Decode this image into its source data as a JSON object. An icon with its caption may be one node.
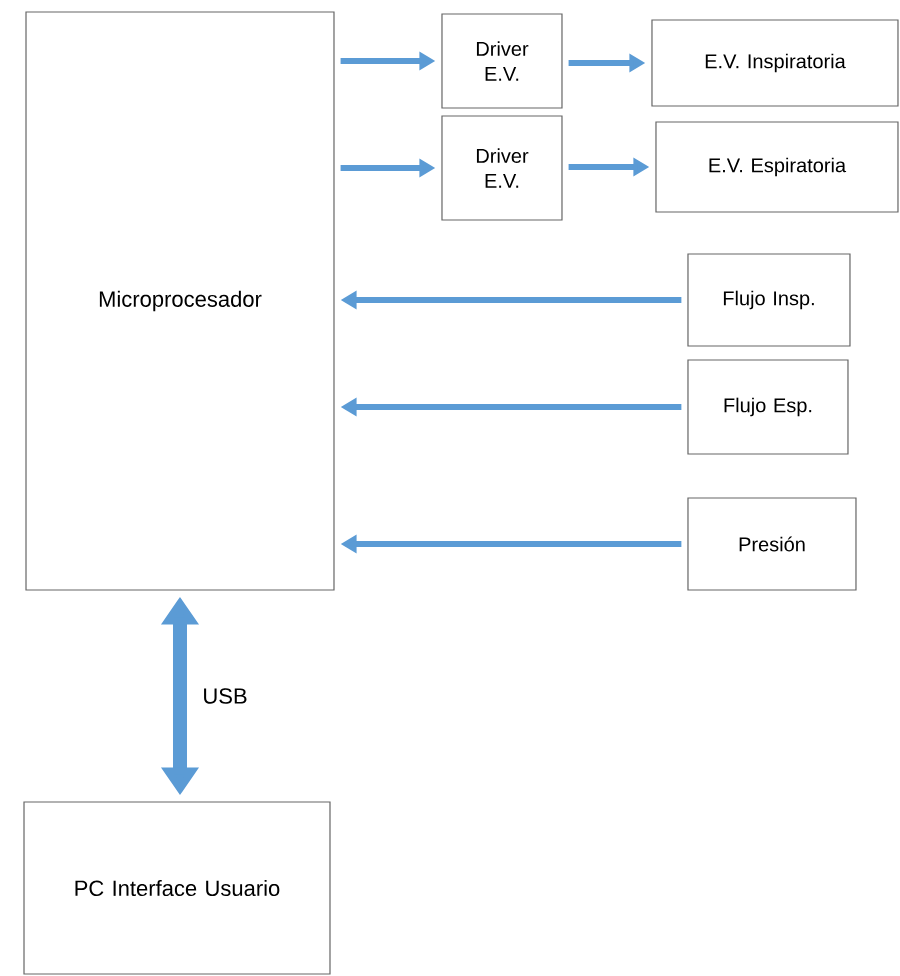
{
  "diagram": {
    "nodes": [
      {
        "text": [
          "Microprocesador"
        ]
      },
      {
        "text": [
          "Driver E.V."
        ]
      },
      {
        "text": [
          "E.V. Inspiratoria"
        ]
      },
      {
        "text": [
          "Driver E.V."
        ]
      },
      {
        "text": [
          "E.V. Espiratoria"
        ]
      },
      {
        "text": [
          "Flujo Insp."
        ]
      },
      {
        "text": [
          "Flujo Esp."
        ]
      },
      {
        "text": [
          "Presión"
        ]
      },
      {
        "text": [
          "PC Interface Usuario"
        ]
      }
    ],
    "edges": [
      {
        "from": 0,
        "to": 1,
        "arrow": "to"
      },
      {
        "from": 1,
        "to": 2,
        "arrow": "to"
      },
      {
        "from": 0,
        "to": 3,
        "arrow": "to"
      },
      {
        "from": 3,
        "to": 4,
        "arrow": "to"
      },
      {
        "from": 5,
        "to": 0,
        "arrow": "to"
      },
      {
        "from": 6,
        "to": 0,
        "arrow": "to"
      },
      {
        "from": 7,
        "to": 0,
        "arrow": "to"
      },
      {
        "from": 0,
        "to": 8,
        "arrow": "both",
        "label": "USB",
        "style": "thick"
      }
    ]
  }
}
